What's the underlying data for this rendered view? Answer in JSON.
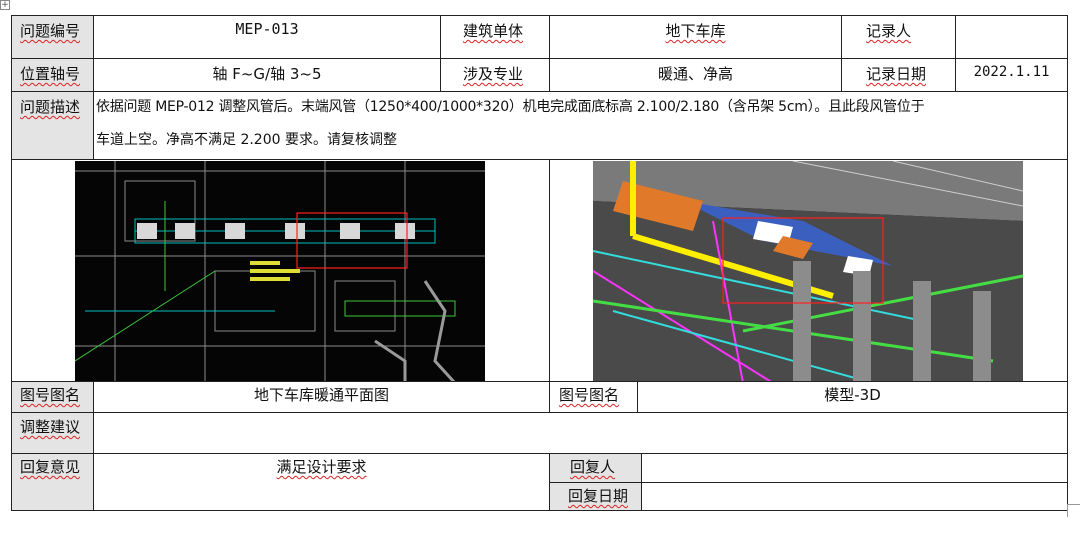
{
  "form": {
    "issue_no_label": "问题编号",
    "issue_no_value": "MEP-013",
    "building_label": "建筑单体",
    "building_value": "地下车库",
    "recorder_label": "记录人",
    "recorder_value": "",
    "location_label": "位置轴号",
    "location_value": "轴 F~G/轴 3~5",
    "discipline_label": "涉及专业",
    "discipline_value": "暖通、净高",
    "date_label": "记录日期",
    "date_value": "2022.1.11",
    "desc_label": "问题描述",
    "desc_line1": "依据问题 MEP-012 调整风管后。末端风管（1250*400/1000*320）机电完成面底标高 2.100/2.180（含吊架 5cm）。且此段风管位于",
    "desc_line2": "车道上空。净高不满足 2.200 要求。请复核调整",
    "fig1_label": "图号图名",
    "fig1_value": "地下车库暖通平面图",
    "fig2_label": "图号图名",
    "fig2_value": "模型-3D",
    "suggest_label": "调整建议",
    "suggest_value": "",
    "reply_label": "回复意见",
    "reply_value": "满足设计要求",
    "replier_label": "回复人",
    "replier_value": "",
    "reply_date_label": "回复日期",
    "reply_date_value": ""
  },
  "colors": {
    "label_bg": "#e4e4e4",
    "border": "#222222",
    "underline": "#dd2222",
    "highlight_box": "#ff2020"
  }
}
